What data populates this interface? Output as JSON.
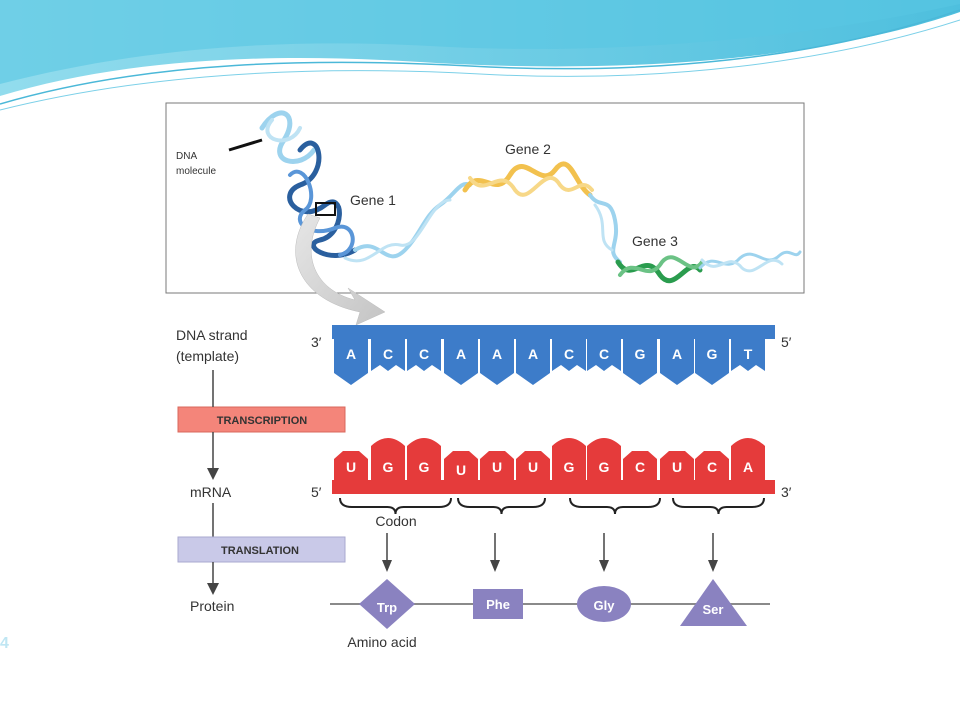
{
  "slide_number": "4",
  "panel_top": {
    "dna_label_line1": "DNA",
    "dna_label_line2": "molecule",
    "gene1": "Gene 1",
    "gene2": "Gene 2",
    "gene3": "Gene 3"
  },
  "panel_bottom": {
    "dna_strand_line1": "DNA strand",
    "dna_strand_line2": "(template)",
    "dna_3prime": "3′",
    "dna_5prime": "5′",
    "dna_bases": [
      "A",
      "C",
      "C",
      "A",
      "A",
      "A",
      "C",
      "C",
      "G",
      "A",
      "G",
      "T"
    ],
    "transcription_label": "TRANSCRIPTION",
    "mrna_label": "mRNA",
    "mrna_5prime": "5′",
    "mrna_3prime": "3′",
    "mrna_bases": [
      "U",
      "G",
      "G",
      "U",
      "U",
      "U",
      "G",
      "G",
      "C",
      "U",
      "C",
      "A"
    ],
    "codon_label": "Codon",
    "translation_label": "TRANSLATION",
    "protein_label": "Protein",
    "amino_acids": [
      "Trp",
      "Phe",
      "Gly",
      "Ser"
    ],
    "amino_acid_label": "Amino acid"
  },
  "colors": {
    "dna_blue": "#3d7cc9",
    "dna_blue_dark": "#2a5f9e",
    "mrna_red": "#e53b3b",
    "transcription_box": "#f4857a",
    "translation_box": "#c9c9e8",
    "amino_acid": "#8a82c0",
    "gene2_yellow": "#f2c14e",
    "gene3_green": "#2a9c4e",
    "helix_light": "#9dd3ee"
  }
}
